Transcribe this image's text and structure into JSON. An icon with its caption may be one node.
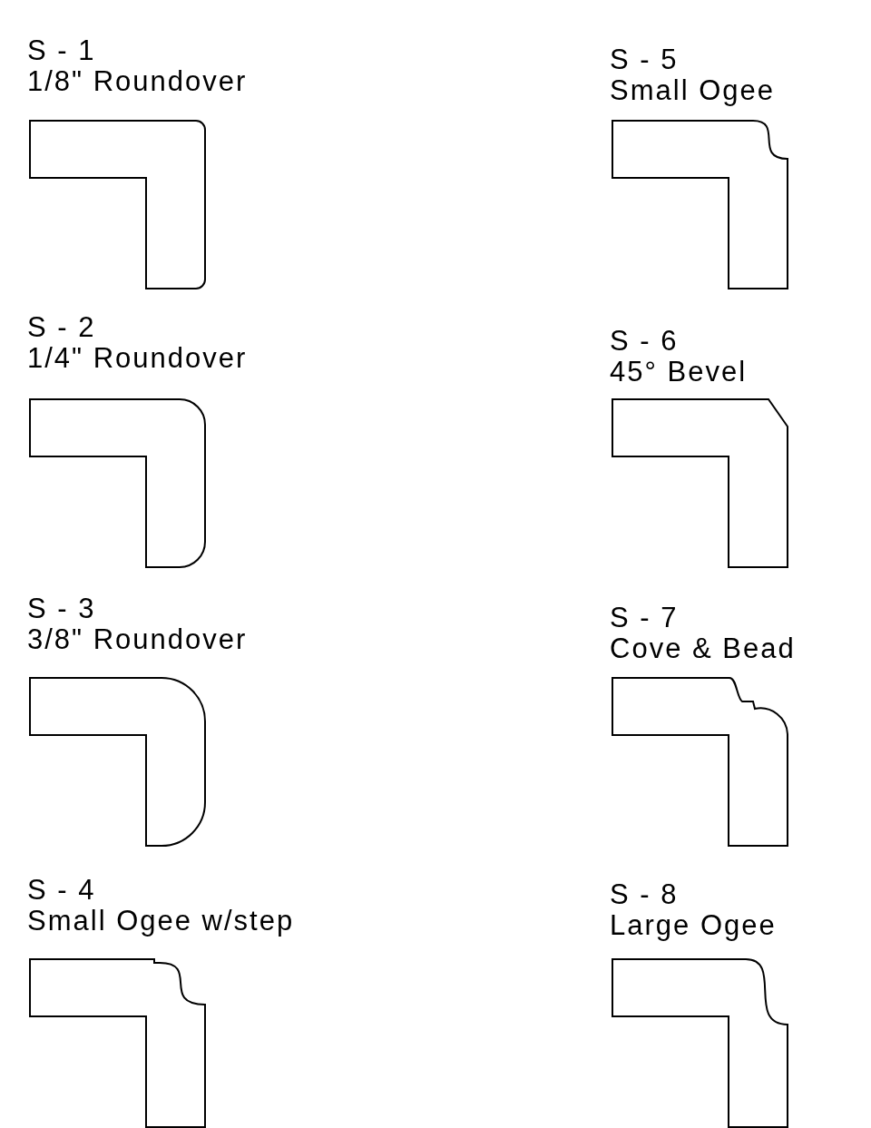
{
  "diagram": {
    "nodes": [
      {
        "text": [
          "S - 1",
          "1/8\" Roundover"
        ]
      },
      {
        "text": [
          "S - 2",
          "1/4\" Roundover"
        ]
      },
      {
        "text": [
          "S - 3",
          "3/8\" Roundover"
        ]
      },
      {
        "text": [
          "S - 4",
          "Small Ogee w/step"
        ]
      },
      {
        "text": [
          "S - 5",
          "Small Ogee"
        ]
      },
      {
        "text": [
          "S - 6",
          "45° Bevel"
        ]
      },
      {
        "text": [
          "S - 7",
          "Cove & Bead"
        ]
      },
      {
        "text": [
          "S - 8",
          "Large Ogee"
        ]
      }
    ]
  }
}
